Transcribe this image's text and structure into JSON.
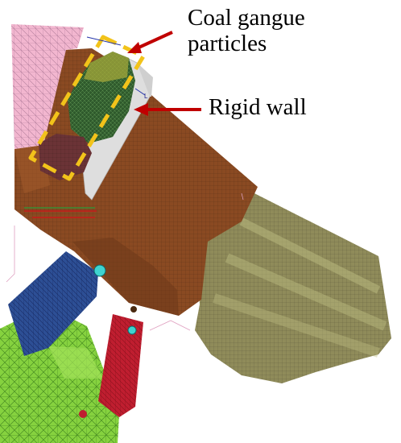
{
  "annotations": {
    "coal_gangue_line1": "Coal gangue",
    "coal_gangue_line2": "particles",
    "rigid_wall": "Rigid wall",
    "axis_label": "L"
  },
  "colors": {
    "background": "#ffffff",
    "pink_mesh": "#f2b6cf",
    "brown_body": "#8a4a22",
    "olive_shield": "#8f8b5a",
    "rigid_wall": "#dedede",
    "coal_green": "#2f5a2c",
    "gangue_red": "#6b3336",
    "blue_beam": "#2d4f95",
    "red_link": "#c01e30",
    "green_base": "#86d23f",
    "arrow_red": "#c00000",
    "highlight_yellow": "#f2c31a"
  }
}
